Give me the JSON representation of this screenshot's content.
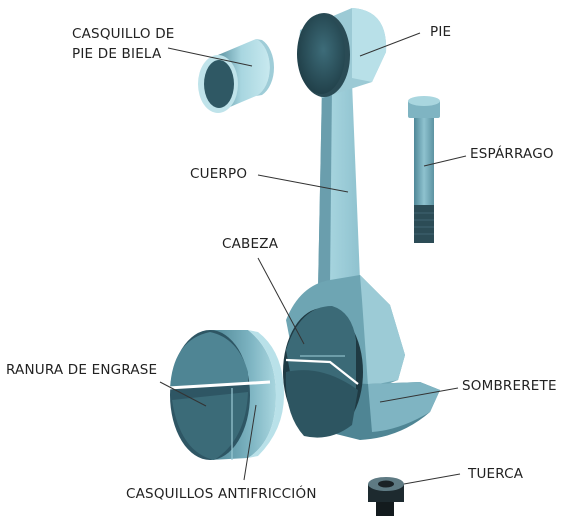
{
  "labels": {
    "casquillo_line1": "CASQUILLO DE",
    "casquillo_line2": "PIE DE BIELA",
    "pie": "PIE",
    "esparrago": "ESPÁRRAGO",
    "cuerpo": "CUERPO",
    "cabeza": "CABEZA",
    "ranura": "RANURA DE ENGRASE",
    "sombrerete": "SOMBRERETE",
    "tuerca": "TUERCA",
    "casquillos_antifriccion": "CASQUILLOS ANTIFRICCIÓN"
  },
  "colors": {
    "light_face": "#bfe3ea",
    "mid_face": "#7fb6c3",
    "dark_face": "#3f6f7d",
    "darkest": "#223d46",
    "leader": "#333333"
  }
}
